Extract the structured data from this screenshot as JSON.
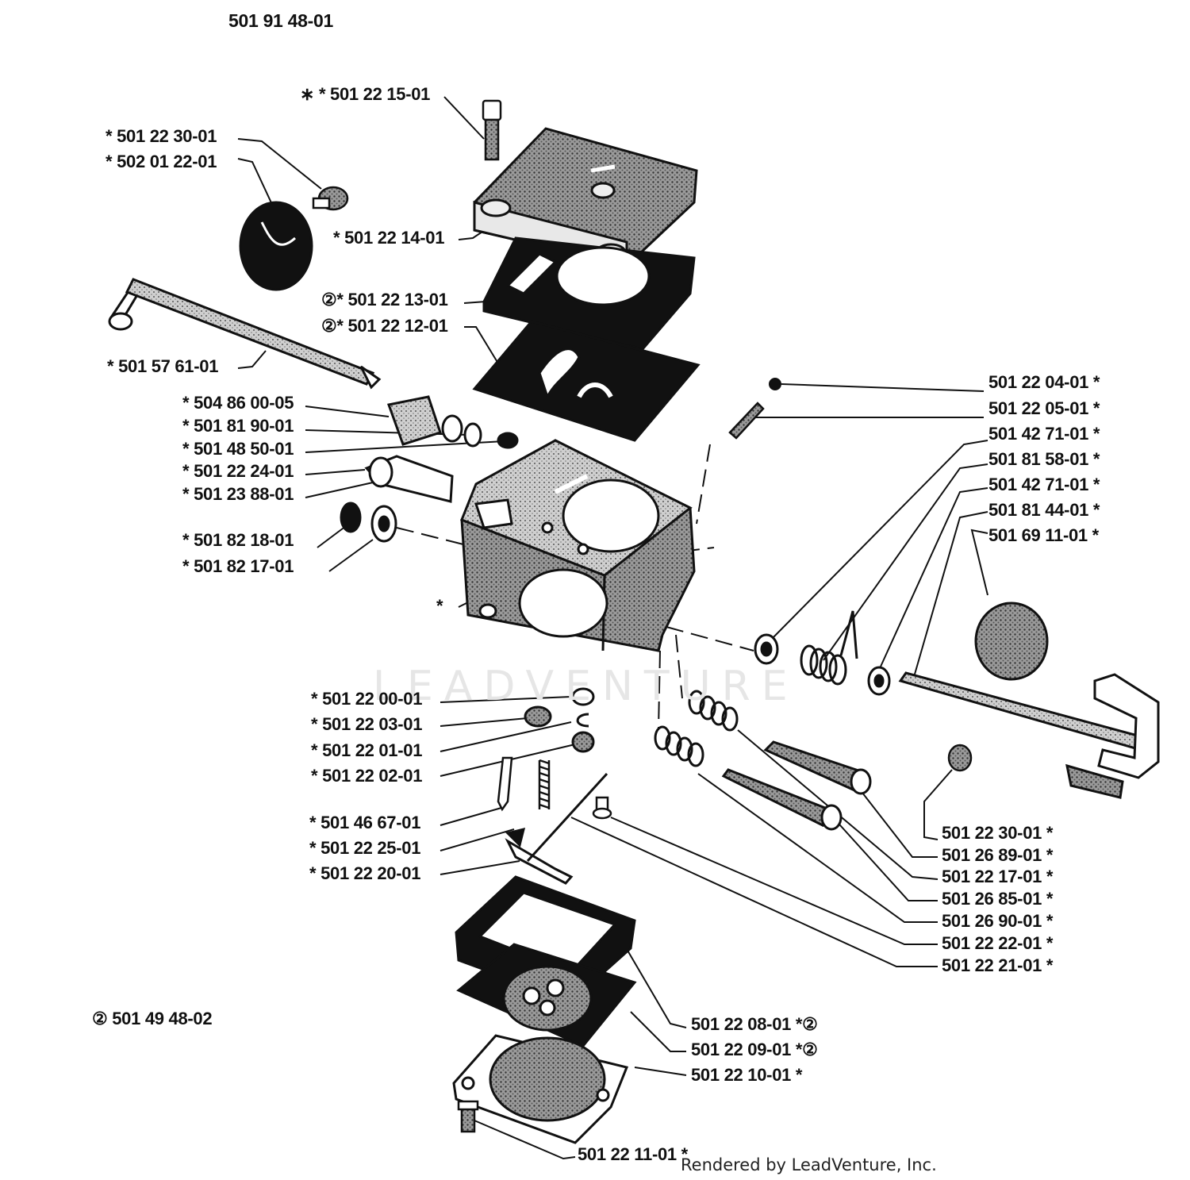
{
  "sheet_id": "501 91 48-01",
  "kit_note": "② 501 49 48-02",
  "watermark": "LEADVENTURE",
  "credit": "Rendered by LeadVenture, Inc.",
  "left_labels": [
    "∗ * 501 22 15-01",
    "* 501 22 30-01",
    "* 502 01 22-01",
    "* 501 22 14-01",
    "②* 501 22 13-01",
    "②* 501 22 12-01",
    "* 501 57 61-01",
    "* 504 86 00-05",
    "* 501 81 90-01",
    "* 501 48 50-01",
    "* 501 22 24-01",
    "* 501 23 88-01",
    "* 501 82 18-01",
    "* 501 82 17-01",
    "*",
    "* 501 22 00-01",
    "* 501 22 03-01",
    "* 501 22 01-01",
    "* 501 22 02-01",
    "* 501 46 67-01",
    "* 501 22 25-01",
    "* 501 22 20-01"
  ],
  "right_labels": [
    "501 22 04-01 *",
    "501 22 05-01 *",
    "501 42 71-01 *",
    "501 81 58-01 *",
    "501 42 71-01 *",
    "501 81 44-01 *",
    "501 69 11-01 *",
    "501 22 30-01 *",
    "501 26 89-01 *",
    "501 22 17-01 *",
    "501 26 85-01 *",
    "501 26 90-01 *",
    "501 22 22-01 *",
    "501 22 21-01 *",
    "501 22 08-01 *②",
    "501 22 09-01 *②",
    "501 22 10-01 *",
    "501 22 11-01 *"
  ]
}
